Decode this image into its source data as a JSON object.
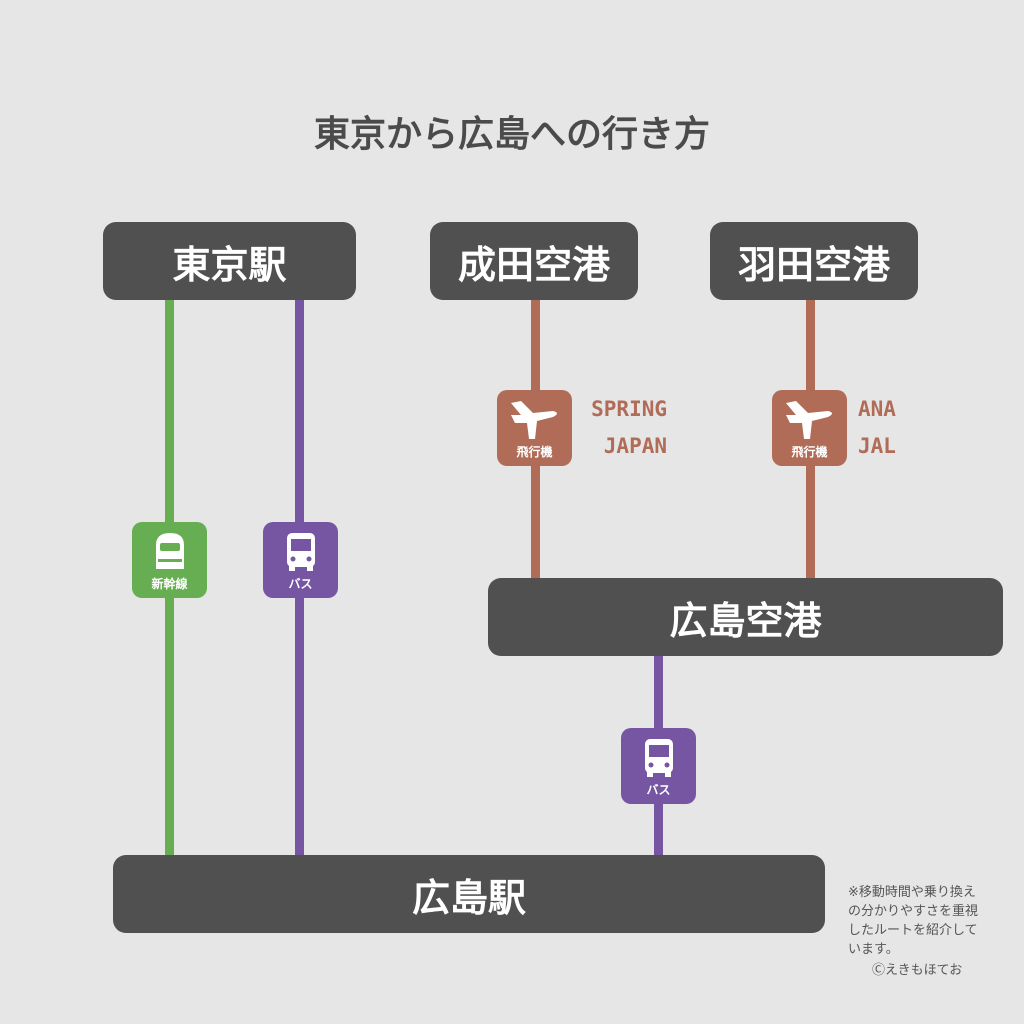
{
  "title": "東京から広島への行き方",
  "stations": {
    "tokyo": "東京駅",
    "narita": "成田空港",
    "haneda": "羽田空港",
    "hiroshima_airport": "広島空港",
    "hiroshima": "広島駅"
  },
  "modes": {
    "shinkansen": "新幹線",
    "bus": "バス",
    "plane": "飛行機"
  },
  "carriers": {
    "narita": [
      "SPRING",
      "JAPAN"
    ],
    "haneda": [
      "ANA",
      "JAL"
    ]
  },
  "note": [
    "※移動時間や乗り換え",
    "の分かりやすさを重視",
    "したルートを紹介して",
    "います。"
  ],
  "credit": "Ⓒえきもほてお",
  "colors": {
    "background": "#e6e6e6",
    "station": "#505050",
    "shinkansen": "#67ad52",
    "bus": "#7656a3",
    "plane": "#b06c57"
  }
}
